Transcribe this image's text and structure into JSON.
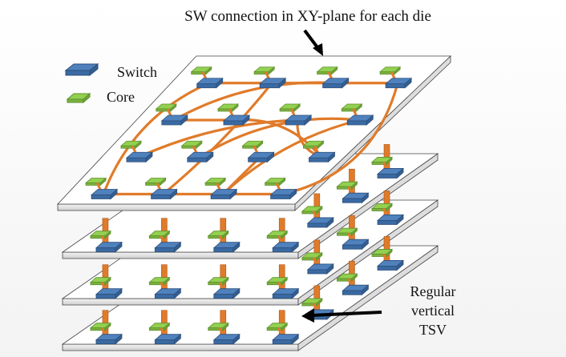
{
  "title": "SW connection in XY-plane for each die",
  "legend": {
    "switch_label": "Switch",
    "core_label": "Core"
  },
  "tsv_label": {
    "line1": "Regular",
    "line2": "vertical",
    "line3": "TSV"
  },
  "colors": {
    "switch": "#4f81bd",
    "core": "#92d050",
    "link": "#e07b2a",
    "plane": "#ffffff",
    "plane_edge": "#444444"
  },
  "structure": {
    "die_count": 4,
    "switch_grid": "4x4",
    "top_die_links": "irregular small-world switch connections",
    "vertical_links": "regular TSV between dies"
  }
}
